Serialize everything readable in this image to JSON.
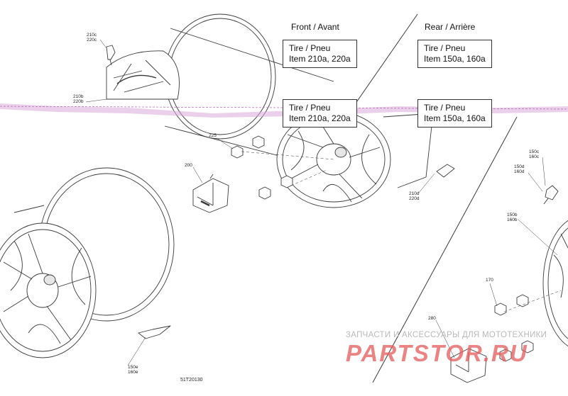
{
  "sections": {
    "front": {
      "title": "Front / Avant",
      "tire_line1": "Tire / Pneu",
      "tire_line2": "Item 210a, 220a"
    },
    "rear": {
      "title": "Rear / Arrière",
      "tire_line1": "Tire / Pneu",
      "tire_line2": "Item 150a, 160a"
    }
  },
  "callouts": {
    "c210c": [
      "210c",
      "220c"
    ],
    "c210b": [
      "210b",
      "220b"
    ],
    "c225": [
      "225"
    ],
    "c200": [
      "200"
    ],
    "c210d": [
      "210d",
      "220d"
    ],
    "c150c": [
      "150c",
      "160c"
    ],
    "c150d": [
      "150d",
      "160d"
    ],
    "c150b": [
      "150b",
      "160b"
    ],
    "c170": [
      "170"
    ],
    "c280": [
      "280"
    ],
    "c150e": [
      "150e",
      "160e"
    ]
  },
  "drawing_code": "51T20130",
  "watermark": {
    "caption": "ЗАПЧАСТИ И АКСЕССУАРЫ ДЛЯ МОТОТЕХНИКИ",
    "logo_text": "PARTSTOR.RU",
    "color": "#e65a5a"
  },
  "colors": {
    "line": "#3a3a3a",
    "tear_band": "#c98fc9"
  }
}
